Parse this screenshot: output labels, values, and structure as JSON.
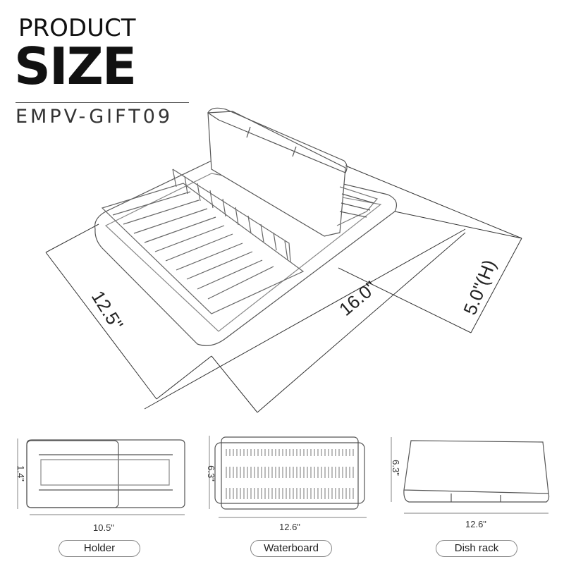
{
  "header": {
    "line1": "PRODUCT",
    "line2": "SIZE",
    "model": "EMPV-GIFT09"
  },
  "main_dimensions": {
    "width": "12.5\"",
    "length": "16.0\"",
    "height": "5.0\"(H)"
  },
  "components": [
    {
      "label": "Holder",
      "height": "1.4\"",
      "width": "10.5\""
    },
    {
      "label": "Waterboard",
      "height": "6.3\"",
      "width": "12.6\""
    },
    {
      "label": "Dish rack",
      "height": "6.3\"",
      "width": "12.6\""
    }
  ]
}
